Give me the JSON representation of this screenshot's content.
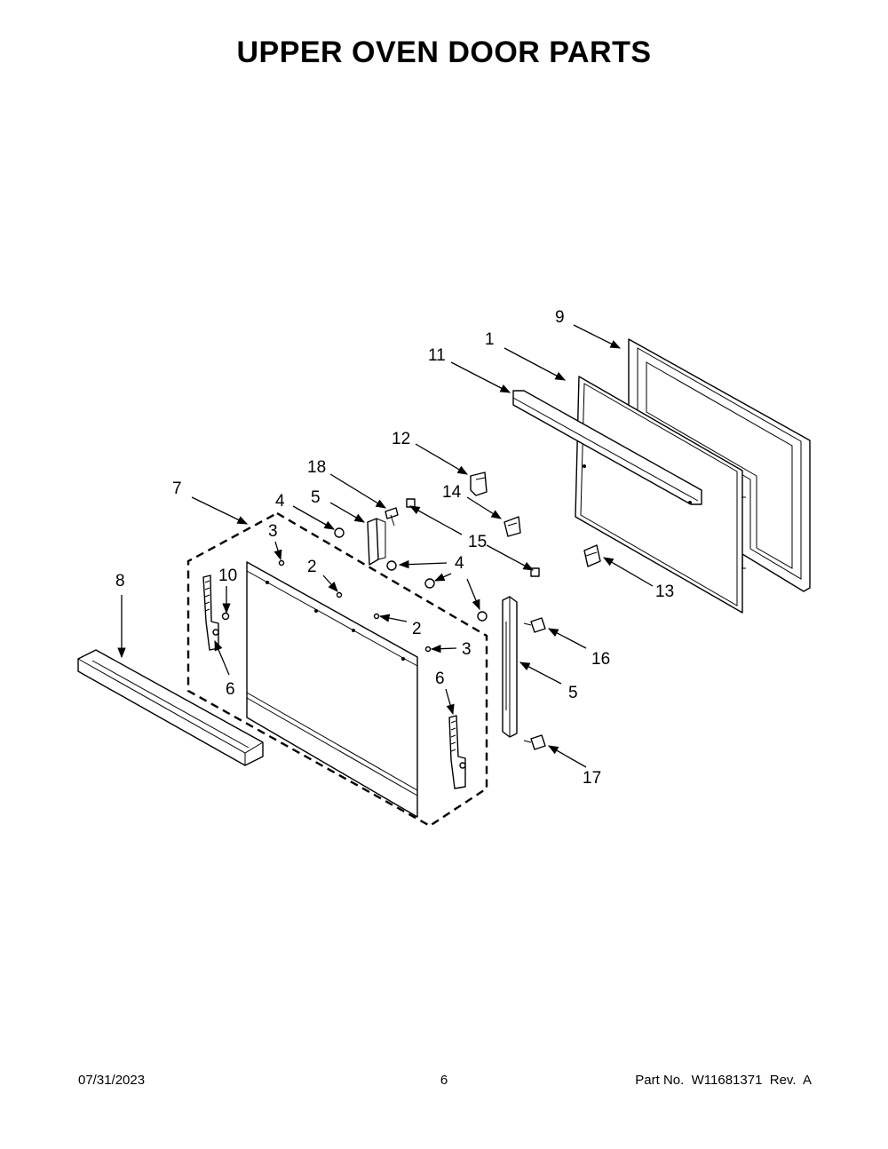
{
  "title": "UPPER OVEN DOOR PARTS",
  "footer": {
    "date": "07/31/2023",
    "page": "6",
    "part_number": "Part No.  W11681371  Rev.  A"
  },
  "callouts": {
    "c1": "1",
    "c2a": "2",
    "c2b": "2",
    "c3a": "3",
    "c3b": "3",
    "c4a": "4",
    "c4b": "4",
    "c5a": "5",
    "c5b": "5",
    "c6a": "6",
    "c6b": "6",
    "c7": "7",
    "c8": "8",
    "c9": "9",
    "c10": "10",
    "c11": "11",
    "c12": "12",
    "c13": "13",
    "c14": "14",
    "c15": "15",
    "c16": "16",
    "c17": "17",
    "c18": "18"
  }
}
